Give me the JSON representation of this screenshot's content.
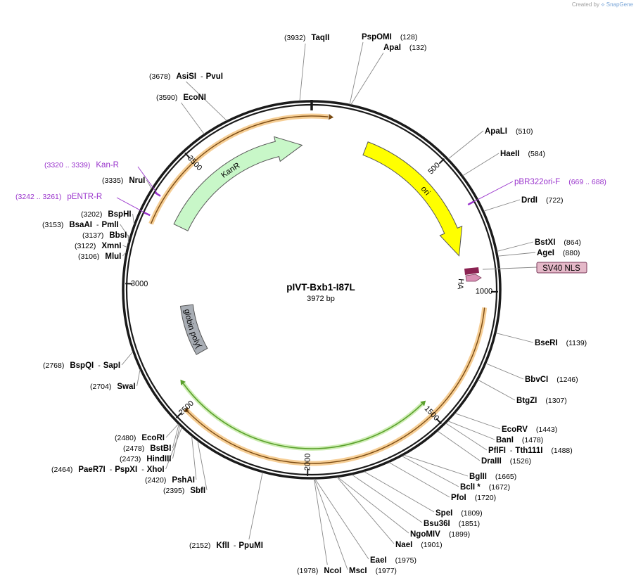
{
  "credit": {
    "prefix": "Created by",
    "brand": "SnapGene"
  },
  "plasmid": {
    "name": "pIVT-Bxb1-I87L",
    "length_label": "3972 bp",
    "length": 3972
  },
  "colors": {
    "ring": "#1a1a1a",
    "kanr_fill": "#c8f7c8",
    "ori_fill": "#ffff00",
    "polyA_fill": "#a9aeb5",
    "primer": "#9933cc",
    "orange_band": "#f5c98a",
    "green_band": "#5aa02c",
    "nls_fill": "#e4b8c8",
    "ha_fill": "#d98fb4",
    "nls_dark": "#8b2252",
    "line": "#888888"
  },
  "ticks": [
    {
      "label": "500",
      "pos": 500
    },
    {
      "label": "1000",
      "pos": 1000
    },
    {
      "label": "1500",
      "pos": 1500
    },
    {
      "label": "2000",
      "pos": 2000
    },
    {
      "label": "2500",
      "pos": 2500
    },
    {
      "label": "3000",
      "pos": 3000
    },
    {
      "label": "3500",
      "pos": 3500
    }
  ],
  "features": [
    {
      "name": "KanR",
      "start": 3260,
      "end": 3930,
      "direction": "cw",
      "color": "#c8f7c8"
    },
    {
      "name": "ori",
      "start": 230,
      "end": 850,
      "direction": "cw",
      "color": "#ffff00"
    },
    {
      "name": "β-globin poly(A)",
      "start": 2655,
      "end": 2900,
      "direction": "none",
      "color": "#a9aeb5"
    }
  ],
  "sites": [
    {
      "name": "TaqII",
      "pos": "(3932)",
      "side": "left"
    },
    {
      "name": "PspOMI",
      "pos": "(128)",
      "side": "right"
    },
    {
      "name": "ApaI",
      "pos": "(132)",
      "side": "right"
    },
    {
      "name": "AsiSI",
      "name2": "PvuI",
      "pos": "(3678)",
      "side": "left"
    },
    {
      "name": "EcoNI",
      "pos": "(3590)",
      "side": "left"
    },
    {
      "name": "ApaLI",
      "pos": "(510)",
      "side": "right"
    },
    {
      "name": "HaeII",
      "pos": "(584)",
      "side": "right"
    },
    {
      "name": "DrdI",
      "pos": "(722)",
      "side": "right"
    },
    {
      "name": "NruI",
      "pos": "(3335)",
      "side": "left"
    },
    {
      "name": "BspHI",
      "pos": "(3202)",
      "side": "left"
    },
    {
      "name": "BsaAI",
      "name2": "PmlI",
      "pos": "(3153)",
      "side": "left"
    },
    {
      "name": "BbsI",
      "pos": "(3137)",
      "side": "left"
    },
    {
      "name": "XmnI",
      "pos": "(3122)",
      "side": "left"
    },
    {
      "name": "MluI",
      "pos": "(3106)",
      "side": "left"
    },
    {
      "name": "BstXI",
      "pos": "(864)",
      "side": "right"
    },
    {
      "name": "AgeI",
      "pos": "(880)",
      "side": "right"
    },
    {
      "name": "BseRI",
      "pos": "(1139)",
      "side": "right"
    },
    {
      "name": "BbvCI",
      "pos": "(1246)",
      "side": "right"
    },
    {
      "name": "BtgZI",
      "pos": "(1307)",
      "side": "right"
    },
    {
      "name": "BspQI",
      "name2": "SapI",
      "pos": "(2768)",
      "side": "left"
    },
    {
      "name": "SwaI",
      "pos": "(2704)",
      "side": "left"
    },
    {
      "name": "EcoRV",
      "pos": "(1443)",
      "side": "right"
    },
    {
      "name": "BanI",
      "pos": "(1478)",
      "side": "right"
    },
    {
      "name": "PflFI",
      "name2": "Tth111I",
      "pos": "(1488)",
      "side": "right"
    },
    {
      "name": "DraIII",
      "pos": "(1526)",
      "side": "right"
    },
    {
      "name": "EcoRI",
      "pos": "(2480)",
      "side": "left"
    },
    {
      "name": "BstBI",
      "pos": "(2478)",
      "side": "left"
    },
    {
      "name": "HindIII",
      "pos": "(2473)",
      "side": "left"
    },
    {
      "name": "PaeR7I",
      "name2": "PspXI",
      "name3": "XhoI",
      "pos": "(2464)",
      "side": "left"
    },
    {
      "name": "PshAI",
      "pos": "(2420)",
      "side": "left"
    },
    {
      "name": "SbfI",
      "pos": "(2395)",
      "side": "left"
    },
    {
      "name": "BglII",
      "pos": "(1665)",
      "side": "right"
    },
    {
      "name": "BclI *",
      "pos": "(1672)",
      "side": "right"
    },
    {
      "name": "PfoI",
      "pos": "(1720)",
      "side": "right"
    },
    {
      "name": "SpeI",
      "pos": "(1809)",
      "side": "right"
    },
    {
      "name": "Bsu36I",
      "pos": "(1851)",
      "side": "right"
    },
    {
      "name": "NgoMIV",
      "pos": "(1899)",
      "side": "right"
    },
    {
      "name": "NaeI",
      "pos": "(1901)",
      "side": "right"
    },
    {
      "name": "EaeI",
      "pos": "(1975)",
      "side": "right"
    },
    {
      "name": "MscI",
      "pos": "(1977)",
      "side": "right"
    },
    {
      "name": "KflI",
      "name2": "PpuMI",
      "pos": "(2152)",
      "side": "left"
    },
    {
      "name": "NcoI",
      "pos": "(1978)",
      "side": "left"
    }
  ],
  "primers": [
    {
      "name": "Kan-R",
      "range": "(3320 .. 3339)"
    },
    {
      "name": "pENTR-R",
      "range": "(3242 .. 3261)"
    },
    {
      "name": "pBR322ori-F",
      "range": "(669 .. 688)"
    }
  ],
  "nls": {
    "label": "SV40 NLS",
    "ha": "HA"
  }
}
